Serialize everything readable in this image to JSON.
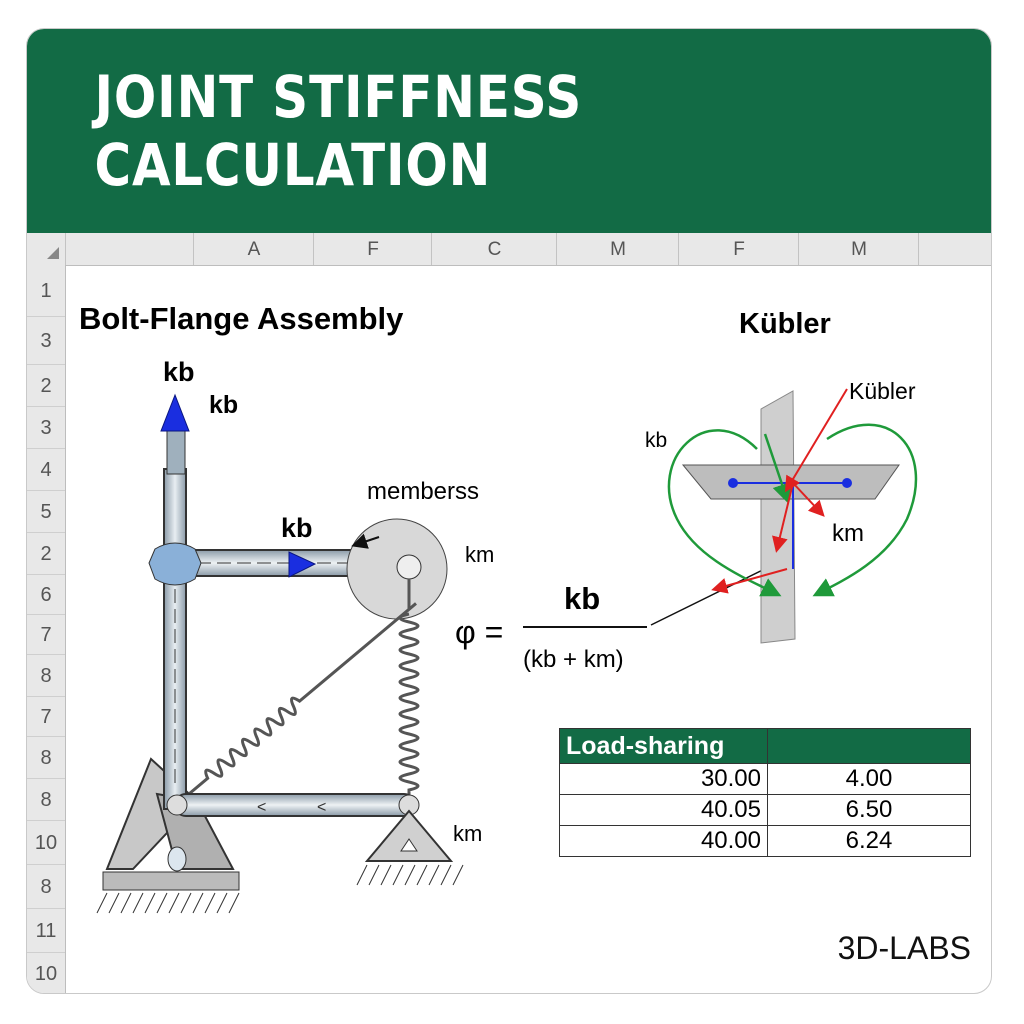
{
  "title": "JOINT STIFFNESS CALCULATION",
  "columns": [
    "A",
    "F",
    "C",
    "M",
    "F",
    "M"
  ],
  "rows": [
    "1",
    "3",
    "2",
    "3",
    "4",
    "5",
    "2",
    "6",
    "7",
    "8",
    "7",
    "8",
    "8",
    "10",
    "8",
    "11",
    "10"
  ],
  "left_diagram": {
    "heading": "Bolt-Flange Assembly",
    "labels": {
      "kb_top": "kb",
      "kb_side": "kb",
      "kb_arm": "kb",
      "members": "memberss",
      "km_pulley": "km",
      "km_base": "km"
    }
  },
  "formula": {
    "lhs": "φ =",
    "numerator": "kb",
    "denominator": "(kb + km)"
  },
  "right_diagram": {
    "heading": "Kübler",
    "labels": {
      "kubler": "Kübler",
      "kb": "kb",
      "km": "km"
    }
  },
  "table": {
    "header": "Load-sharing",
    "rows": [
      [
        "30.00",
        "4.00"
      ],
      [
        "40.05",
        "6.50"
      ],
      [
        "40.00",
        "6.24"
      ]
    ]
  },
  "brand": "3D-LABS",
  "colors": {
    "brand_green": "#126b45",
    "arrow_blue": "#1a2ee0",
    "loop_green": "#1f9a3a",
    "force_red": "#e02020"
  }
}
